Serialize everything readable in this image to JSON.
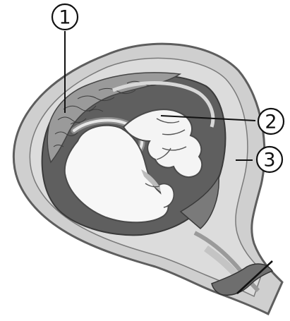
{
  "labels": [
    {
      "id": "1",
      "text": "1"
    },
    {
      "id": "2",
      "text": "2"
    },
    {
      "id": "3",
      "text": "3"
    }
  ],
  "colors": {
    "uterus_wall": "#c9c9c9",
    "uterus_outline": "#6a6a6a",
    "cavity": "#5f5f5f",
    "fetus_skin": "#f7f7f7",
    "fetus_shadow": "#8a8a8a",
    "placenta": "#9a9a9a",
    "ink": "#111111"
  }
}
